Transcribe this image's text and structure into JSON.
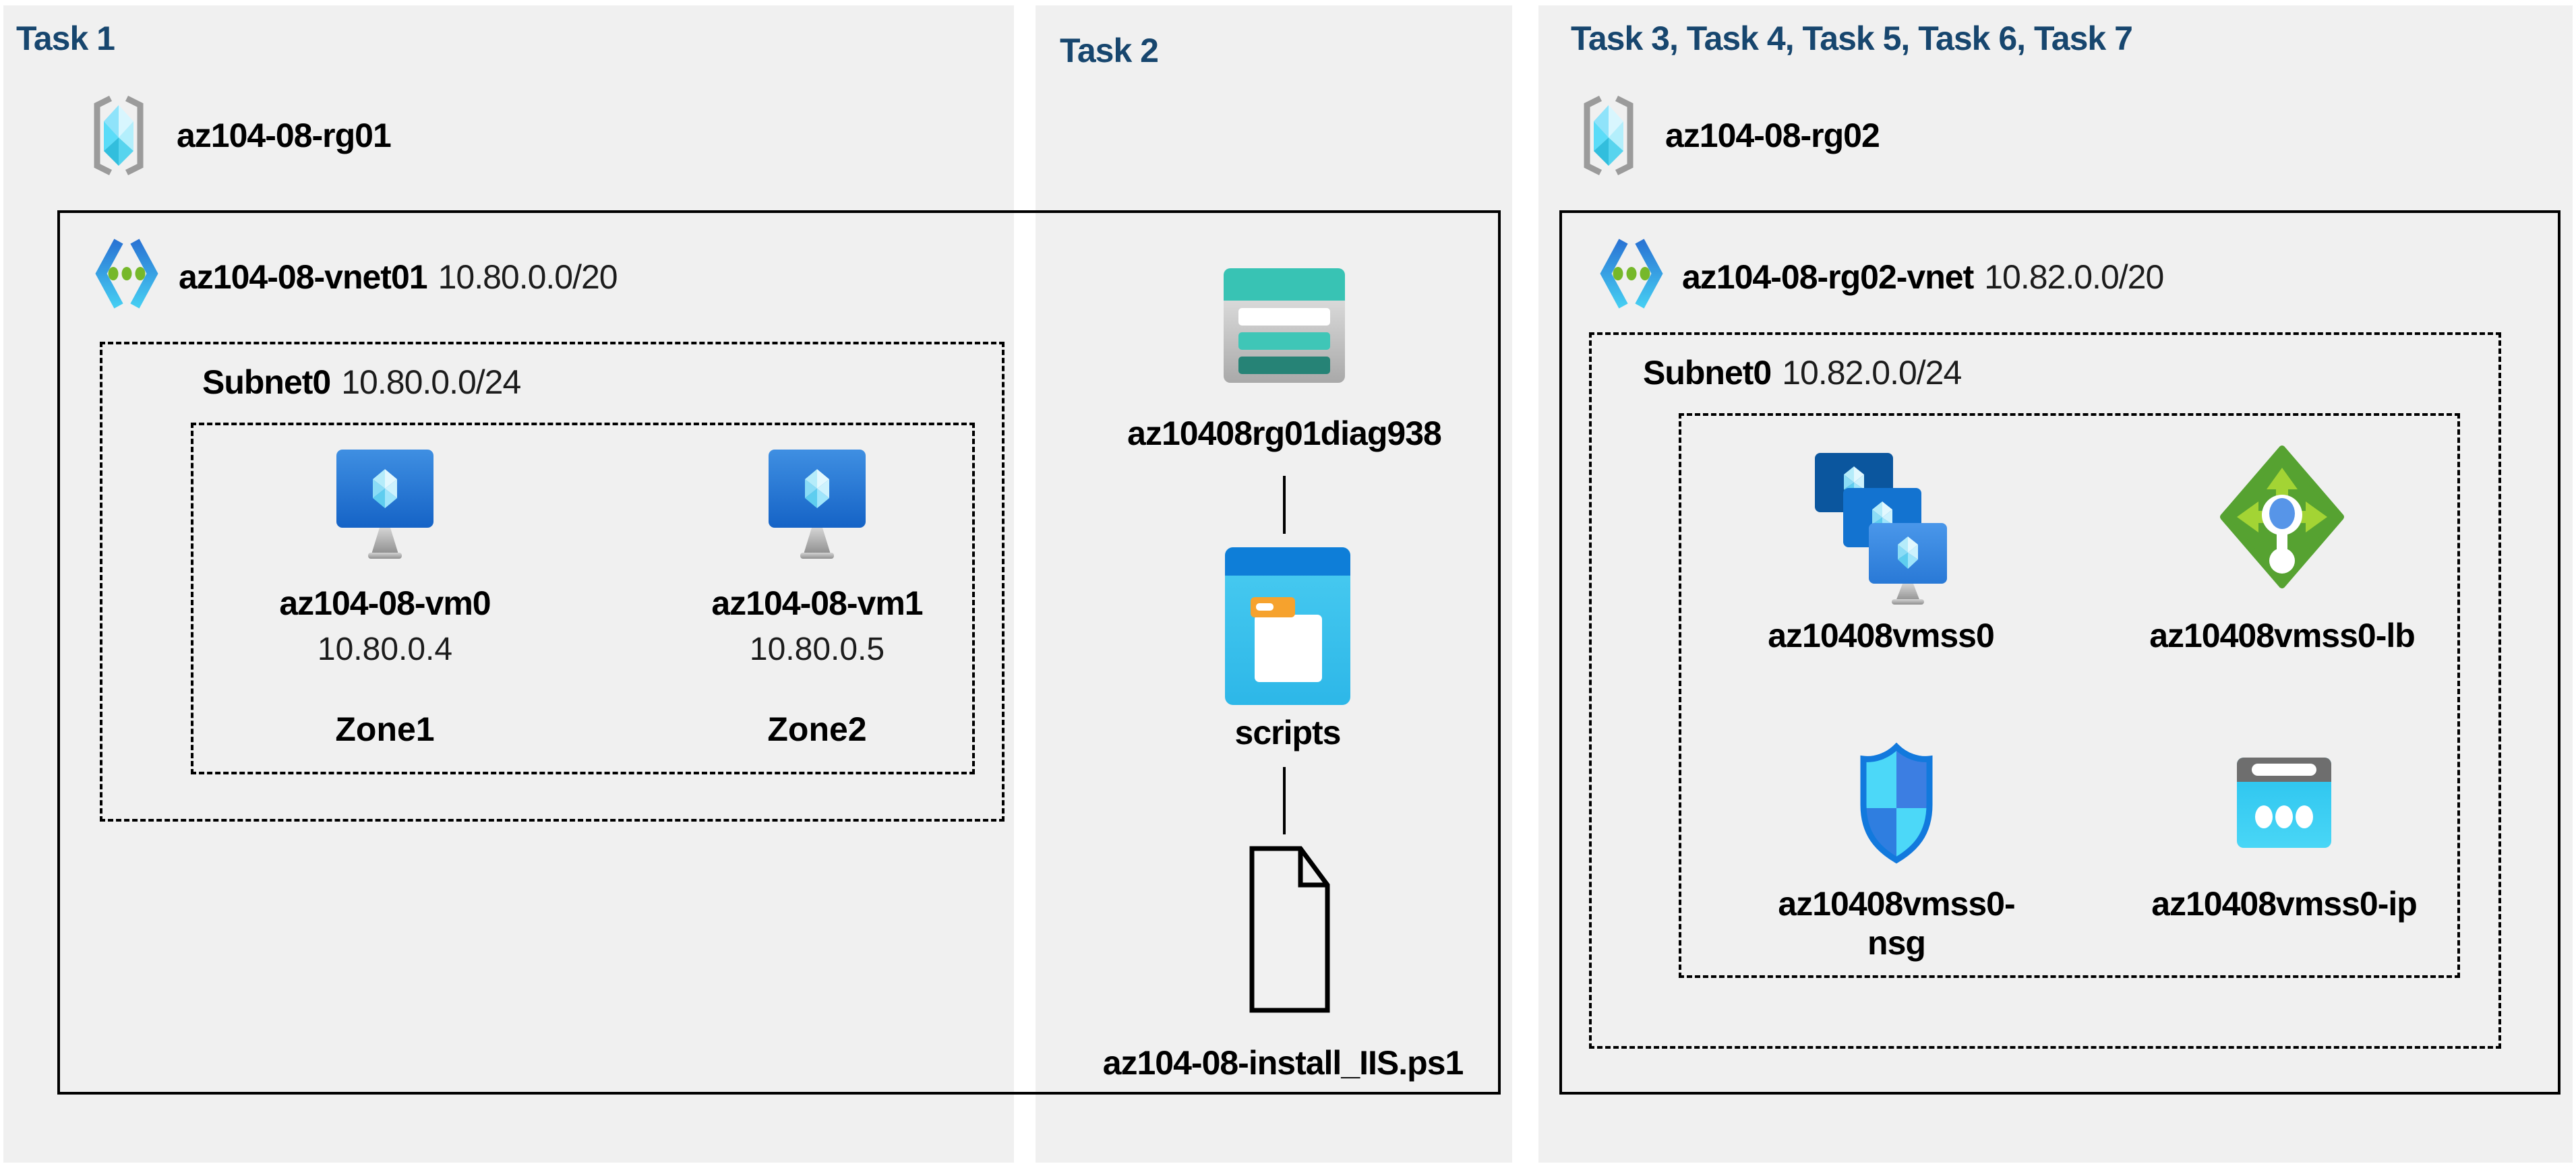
{
  "headings": {
    "task1": "Task 1",
    "task2": "Task 2",
    "task3": "Task 3, Task 4, Task 5, Task 6, Task 7"
  },
  "task1": {
    "resource_group": "az104-08-rg01",
    "vnet_name": "az104-08-vnet01",
    "vnet_cidr": "10.80.0.0/20",
    "subnet_name": "Subnet0",
    "subnet_cidr": "10.80.0.0/24",
    "vms": [
      {
        "name": "az104-08-vm0",
        "ip": "10.80.0.4",
        "zone": "Zone1"
      },
      {
        "name": "az104-08-vm1",
        "ip": "10.80.0.5",
        "zone": "Zone2"
      }
    ]
  },
  "task2": {
    "storage_account": "az10408rg01diag938",
    "container": "scripts",
    "script_file": "az104-08-install_IIS.ps1"
  },
  "task3": {
    "resource_group": "az104-08-rg02",
    "vnet_name": "az104-08-rg02-vnet",
    "vnet_cidr": "10.82.0.0/20",
    "subnet_name": "Subnet0",
    "subnet_cidr": "10.82.0.0/24",
    "vmss": "az10408vmss0",
    "load_balancer": "az10408vmss0-lb",
    "nsg": "az10408vmss0-nsg",
    "public_ip": "az10408vmss0-ip"
  },
  "colors": {
    "heading_navy": "#17466e",
    "panel_gray": "#f0f0f0",
    "line_black": "#000000",
    "storage_teal": "#38c3b4",
    "storage_teal_dark": "#268376",
    "blob_blue": "#0e7ed8",
    "blob_cyan": "#3ec6f0",
    "lb_green": "#56a231",
    "lb_lime": "#a3d434",
    "nsg_blue": "#1279dd",
    "ip_cyan": "#2ac4ef",
    "vnet_green_dot": "#76b82a"
  }
}
